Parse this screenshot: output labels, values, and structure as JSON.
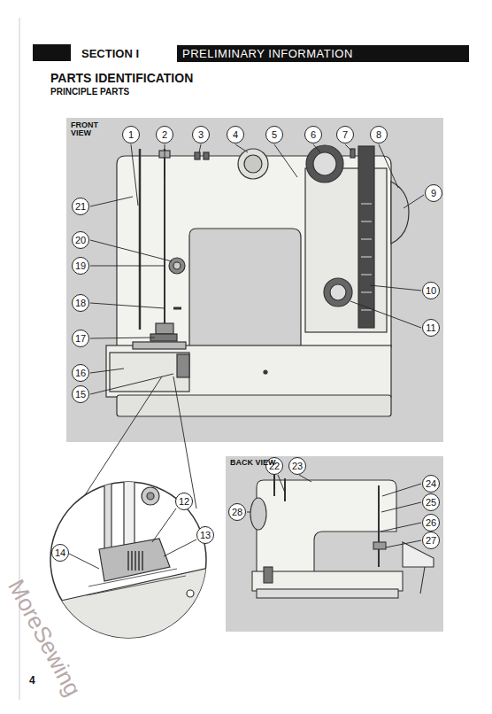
{
  "diagram": {
    "title": "PARTS IDENTIFICATION",
    "nodes": [
      {
        "text": [
          "PRELIMINARY INFORMATION"
        ]
      },
      {
        "text": [
          "1"
        ]
      },
      {
        "text": [
          "2"
        ]
      },
      {
        "text": [
          "3"
        ]
      },
      {
        "text": [
          "4"
        ]
      },
      {
        "text": [
          "5"
        ]
      },
      {
        "text": [
          "6"
        ]
      },
      {
        "text": [
          "7"
        ]
      },
      {
        "text": [
          "8"
        ]
      },
      {
        "text": [
          "9"
        ]
      },
      {
        "text": [
          "10"
        ]
      },
      {
        "text": [
          "11"
        ]
      },
      {
        "text": [
          "12"
        ]
      },
      {
        "text": [
          "13"
        ]
      },
      {
        "text": [
          "14"
        ]
      },
      {
        "text": [
          "15"
        ]
      },
      {
        "text": [
          "16"
        ]
      },
      {
        "text": [
          "17"
        ]
      },
      {
        "text": [
          "18"
        ]
      },
      {
        "text": [
          "19"
        ]
      },
      {
        "text": [
          "20"
        ]
      },
      {
        "text": [
          "21"
        ]
      },
      {
        "text": [
          "22"
        ]
      },
      {
        "text": [
          "23"
        ]
      },
      {
        "text": [
          "24"
        ]
      },
      {
        "text": [
          "25"
        ]
      },
      {
        "text": [
          "26"
        ]
      },
      {
        "text": [
          "27"
        ]
      },
      {
        "text": [
          "28"
        ]
      }
    ],
    "labels": [
      "SECTION I",
      "PRINCIPLE PARTS",
      "FRONT VIEW",
      "BACK VIEW",
      "4",
      "MoreSewing"
    ]
  }
}
